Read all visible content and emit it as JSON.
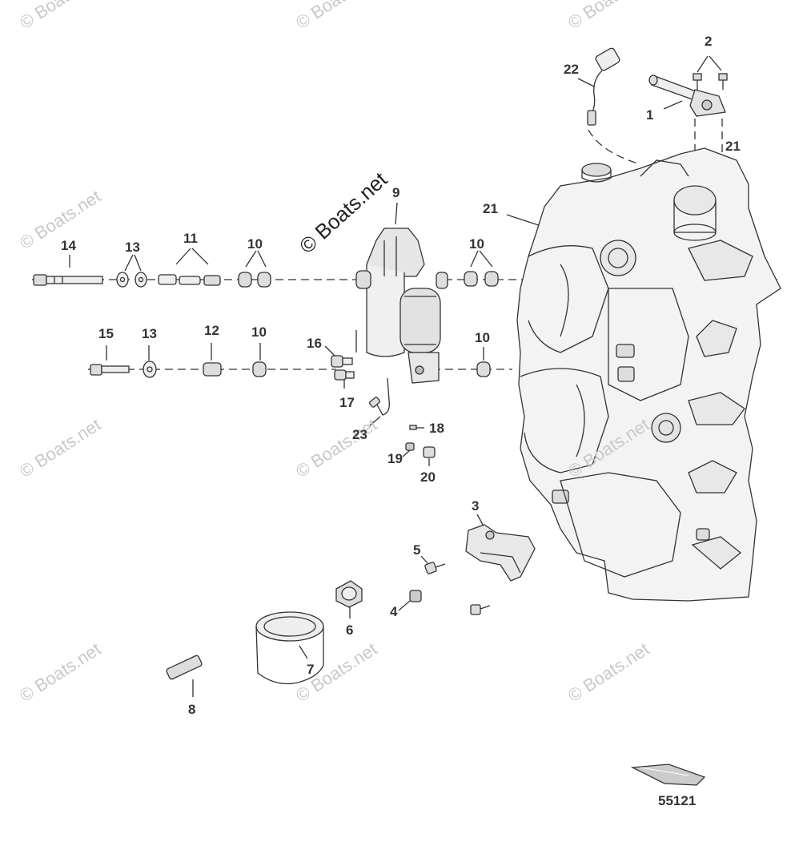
{
  "callouts": {
    "c1": "1",
    "c2": "2",
    "c3": "3",
    "c4": "4",
    "c5": "5",
    "c6": "6",
    "c7": "7",
    "c8": "8",
    "c9": "9",
    "c10a": "10",
    "c10b": "10",
    "c10c": "10",
    "c10d": "10",
    "c11": "11",
    "c12": "12",
    "c13a": "13",
    "c13b": "13",
    "c14": "14",
    "c15": "15",
    "c16": "16",
    "c17": "17",
    "c18": "18",
    "c19": "19",
    "c20": "20",
    "c21a": "21",
    "c21b": "21",
    "c22": "22",
    "c23": "23"
  },
  "watermarks": {
    "main": "© Boats.net",
    "faint": "© Boats.net"
  },
  "diagram_number": "55121",
  "colors": {
    "line": "#333333",
    "fill": "#eeeeee",
    "shade": "#c9c9c9",
    "watermark": "#c8c8c8"
  }
}
